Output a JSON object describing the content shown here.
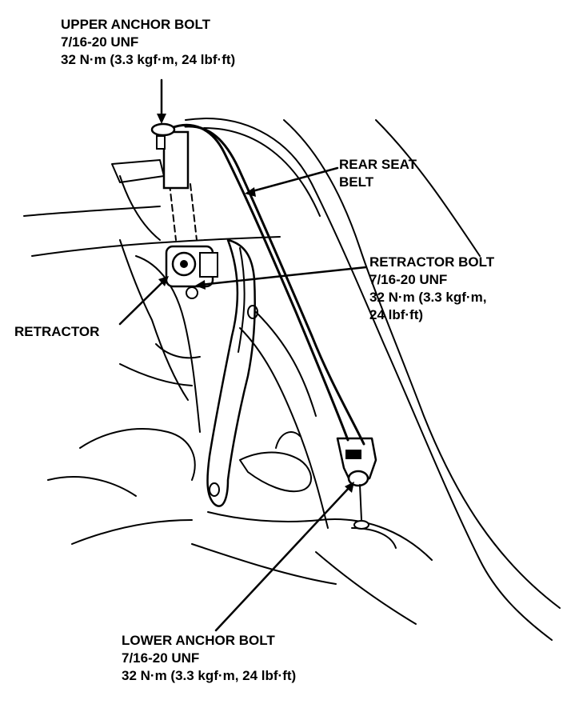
{
  "callouts": {
    "upper_anchor_bolt": {
      "title": "UPPER ANCHOR BOLT",
      "thread": "7/16-20 UNF",
      "torque": "32 N·m (3.3 kgf·m, 24 lbf·ft)"
    },
    "rear_seat_belt": {
      "line1": "REAR SEAT",
      "line2": "BELT"
    },
    "retractor_bolt": {
      "title": "RETRACTOR BOLT",
      "thread": "7/16-20 UNF",
      "torque_line1": "32 N·m (3.3 kgf·m,",
      "torque_line2": "24 lbf·ft)"
    },
    "retractor": {
      "label": "RETRACTOR"
    },
    "lower_anchor_bolt": {
      "title": "LOWER ANCHOR BOLT",
      "thread": "7/16-20 UNF",
      "torque": "32 N·m (3.3 kgf·m, 24 lbf·ft)"
    }
  }
}
